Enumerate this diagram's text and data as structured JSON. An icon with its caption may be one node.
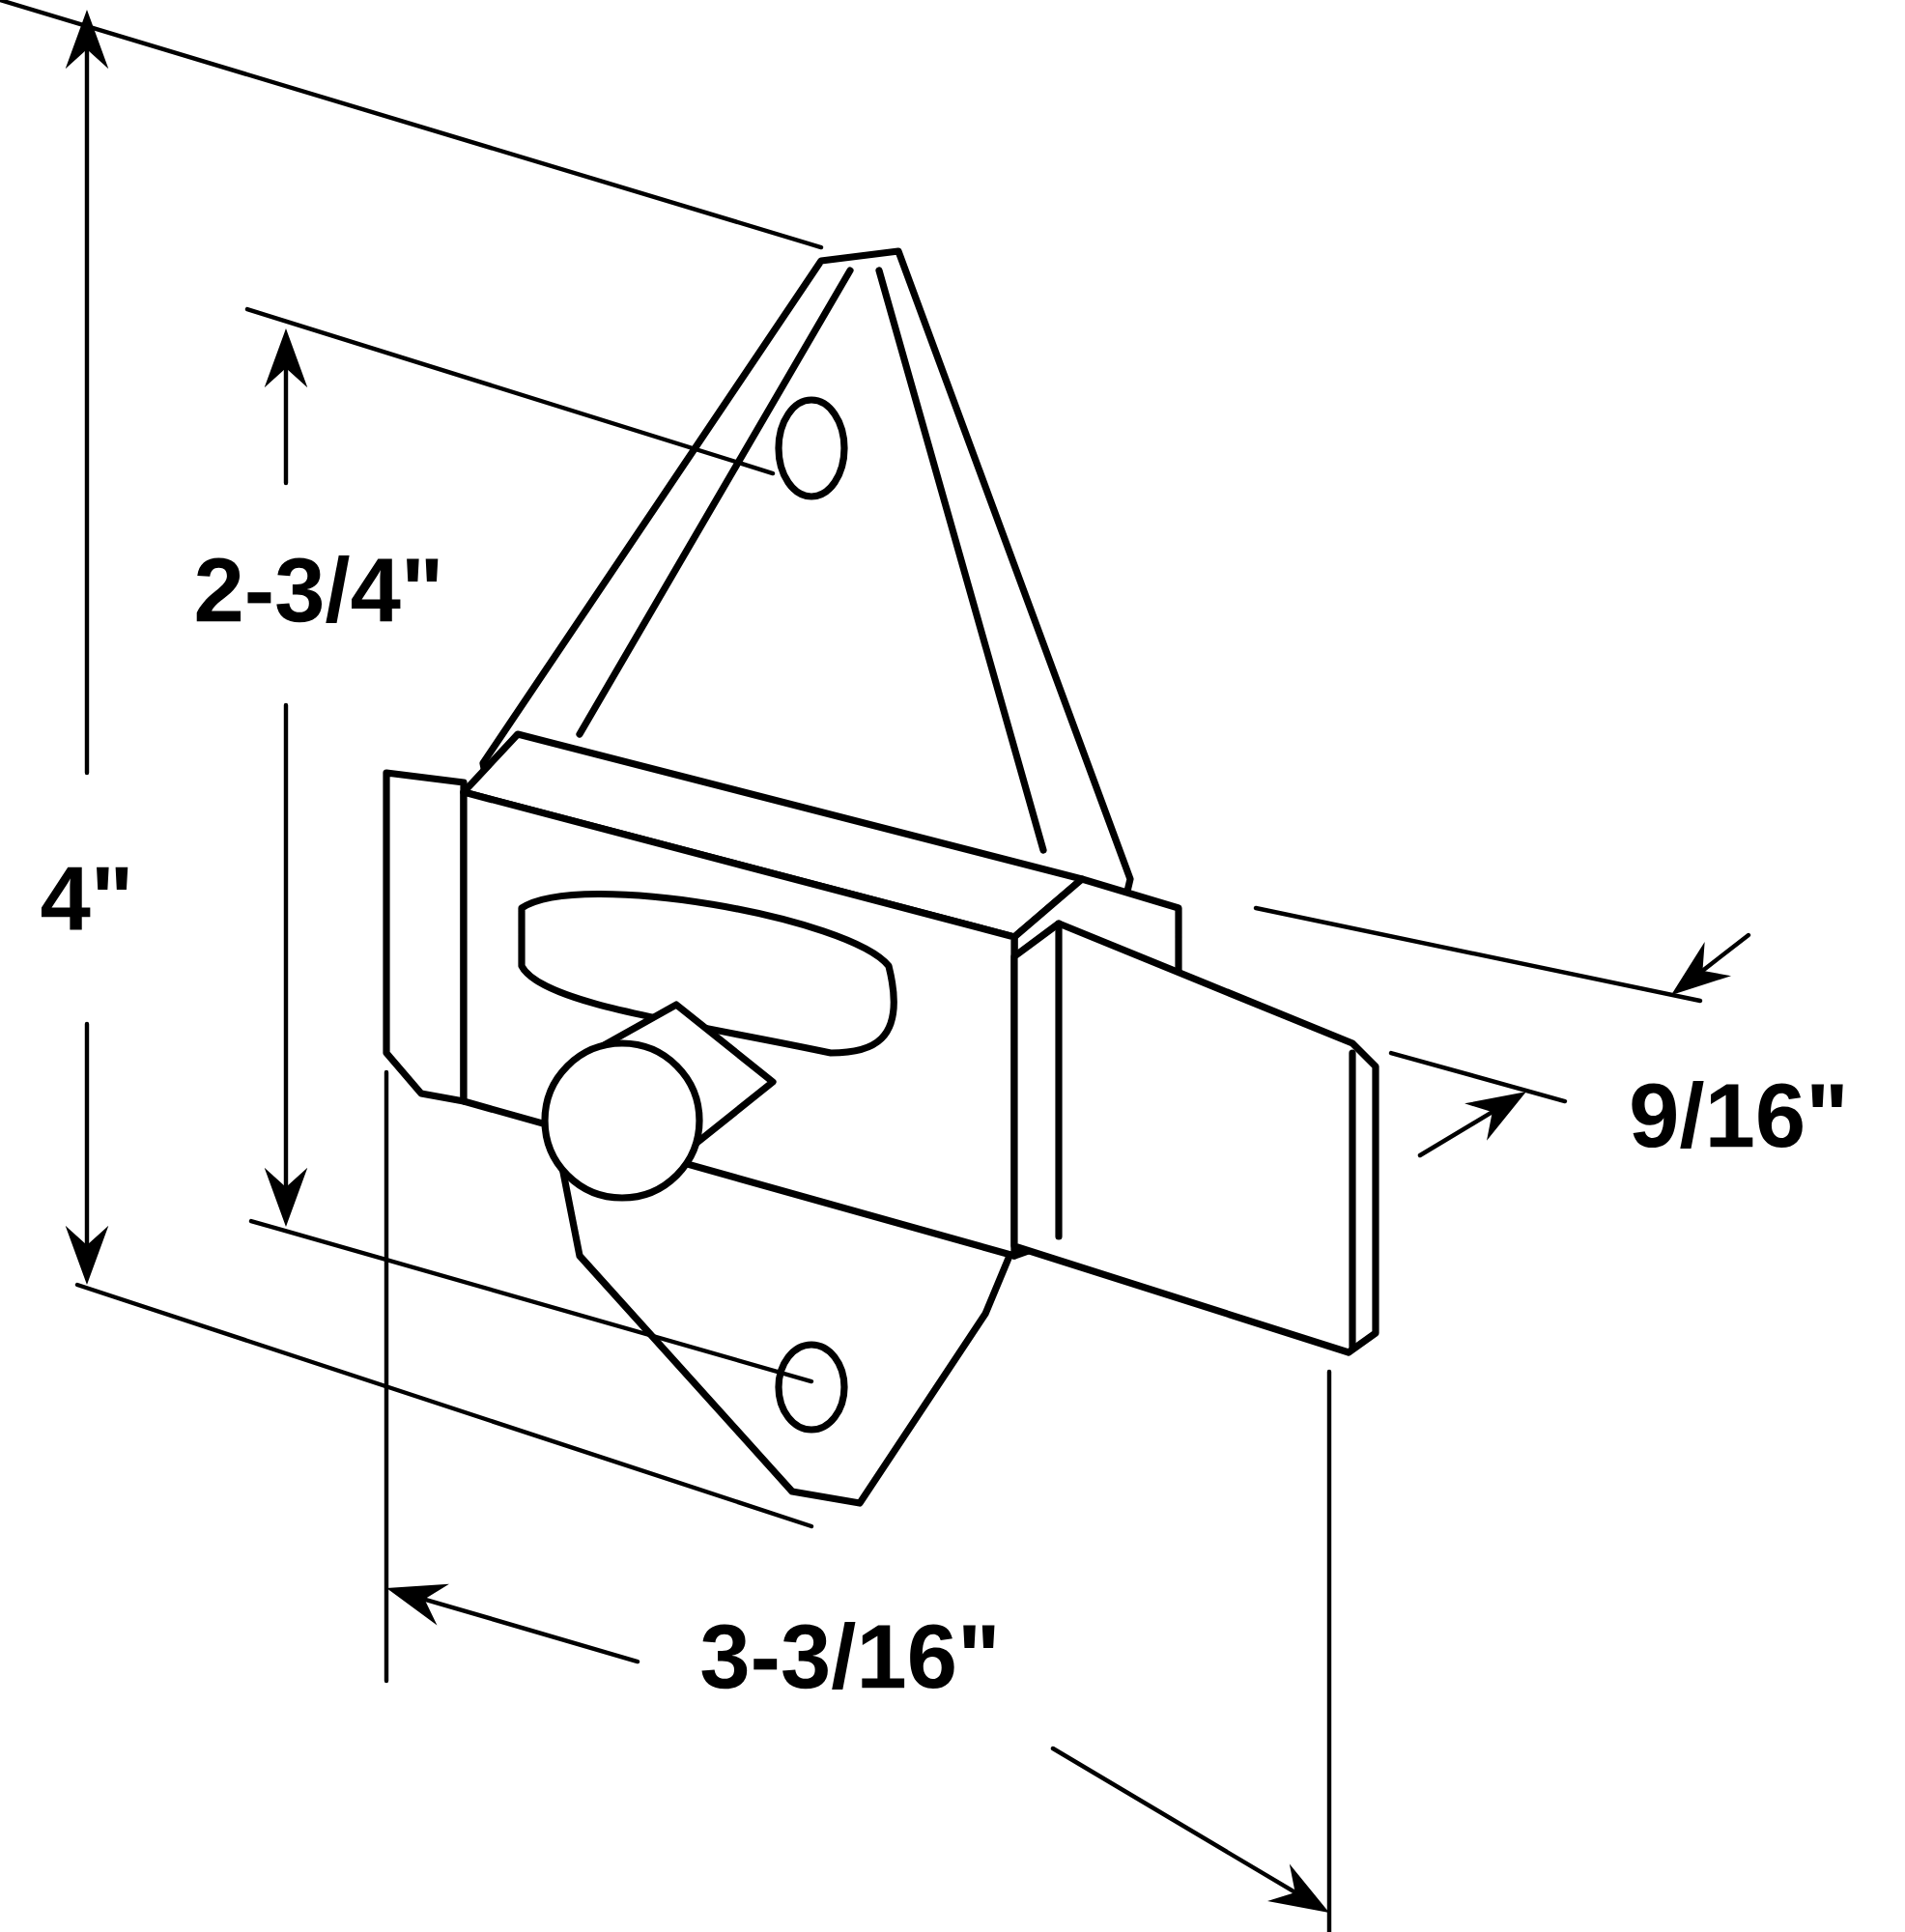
{
  "diagram": {
    "labels": [
      "4\"",
      "2-3/4\"",
      "9/16\"",
      "3-3/16\""
    ]
  }
}
